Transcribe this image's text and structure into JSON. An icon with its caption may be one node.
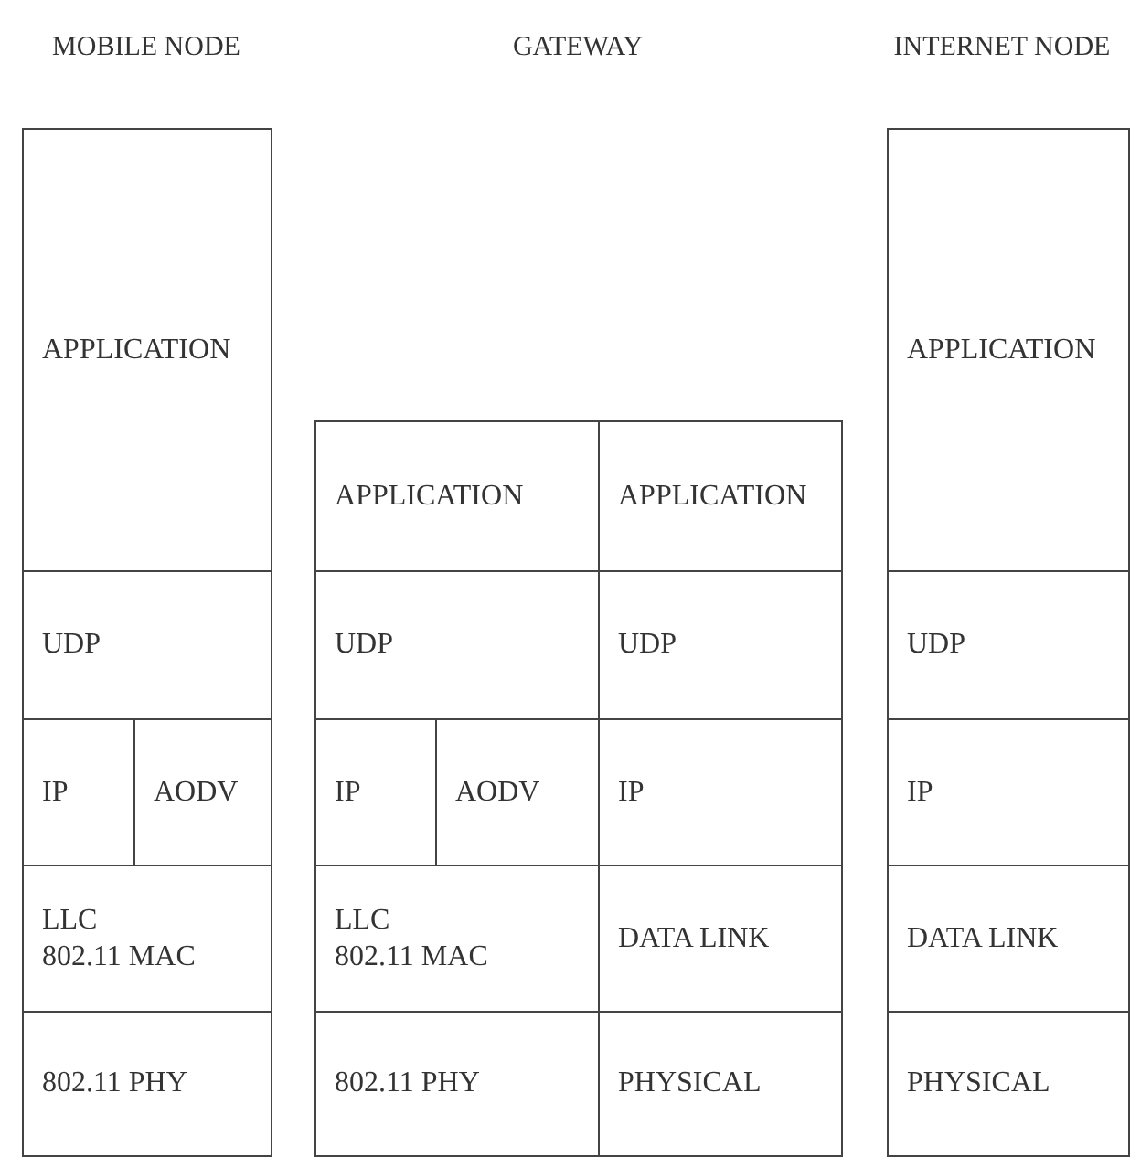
{
  "diagram": {
    "nodes": [
      {
        "text": [
          "APPLICATION"
        ]
      },
      {
        "text": [
          "UDP"
        ]
      },
      {
        "text": [
          "IP"
        ]
      },
      {
        "text": [
          "AODV"
        ]
      },
      {
        "text": [
          "LLC 802.11 MAC"
        ]
      },
      {
        "text": [
          "802.11 PHY"
        ]
      },
      {
        "text": [
          "APPLICATION"
        ]
      },
      {
        "text": [
          "APPLICATION"
        ]
      },
      {
        "text": [
          "UDP"
        ]
      },
      {
        "text": [
          "UDP"
        ]
      },
      {
        "text": [
          "IP"
        ]
      },
      {
        "text": [
          "AODV"
        ]
      },
      {
        "text": [
          "IP"
        ]
      },
      {
        "text": [
          "LLC 802.11 MAC"
        ]
      },
      {
        "text": [
          "DATA LINK"
        ]
      },
      {
        "text": [
          "802.11 PHY"
        ]
      },
      {
        "text": [
          "PHYSICAL"
        ]
      },
      {
        "text": [
          "APPLICATION"
        ]
      },
      {
        "text": [
          "UDP"
        ]
      },
      {
        "text": [
          "IP"
        ]
      },
      {
        "text": [
          "DATA LINK"
        ]
      },
      {
        "text": [
          "PHYSICAL"
        ]
      }
    ],
    "edges": [],
    "labels": [
      "MOBILE NODE",
      "GATEWAY",
      "INTERNET NODE"
    ]
  }
}
